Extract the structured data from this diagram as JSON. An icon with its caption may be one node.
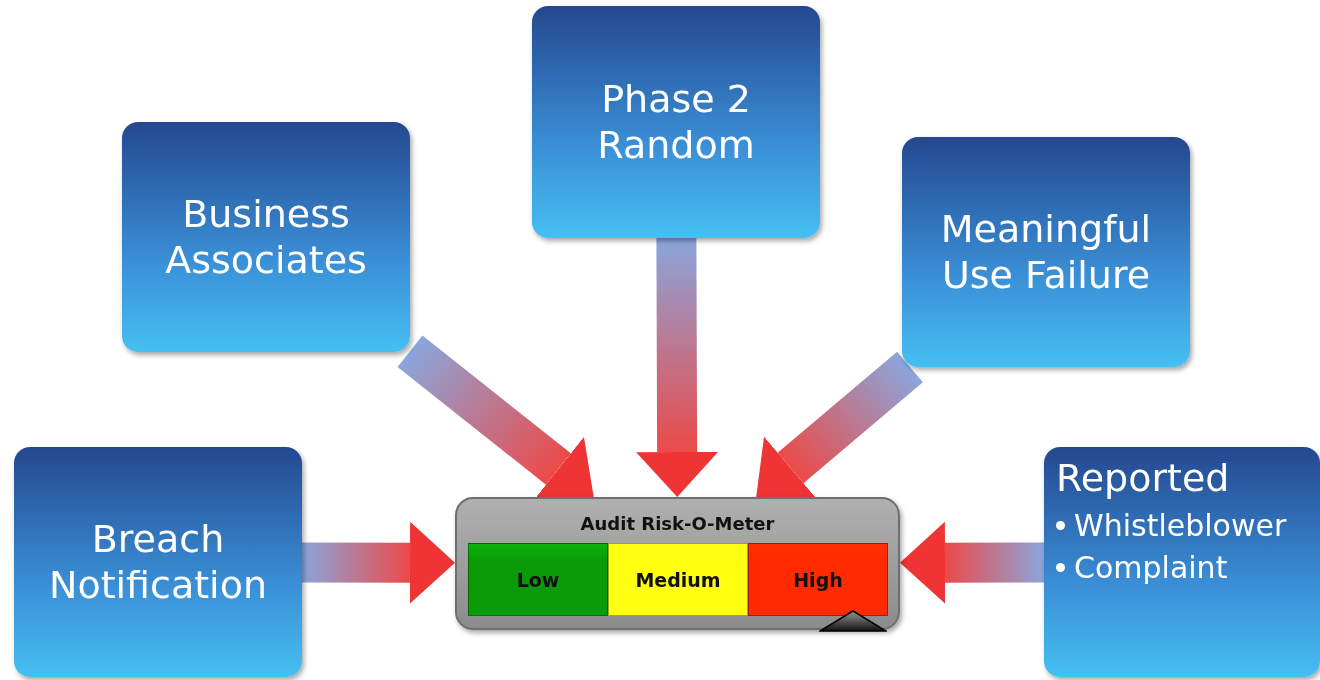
{
  "diagram": {
    "nodes": [
      {
        "text": [
          "Business Associates"
        ]
      },
      {
        "text": [
          "Phase 2 Random"
        ]
      },
      {
        "text": [
          "Meaningful Use Failure"
        ]
      },
      {
        "text": [
          "Breach Notification"
        ]
      },
      {
        "text": [
          "Audit Risk-O-Meter"
        ]
      },
      {
        "text": [
          "Low"
        ],
        "in": 4
      },
      {
        "text": [
          "Medium"
        ],
        "in": 4
      },
      {
        "text": [
          "High"
        ],
        "in": 4
      },
      {
        "text": [
          "Reported",
          "Whistleblower",
          "Complaint"
        ]
      }
    ],
    "edges": [
      {
        "from": 0,
        "to": 4,
        "arrow": "to",
        "style": "thick"
      },
      {
        "from": 1,
        "to": 4,
        "arrow": "to",
        "style": "thick"
      },
      {
        "from": 2,
        "to": 4,
        "arrow": "to",
        "style": "thick"
      },
      {
        "from": 3,
        "to": 4,
        "arrow": "to",
        "style": "thick"
      },
      {
        "from": 8,
        "to": 4,
        "arrow": "to",
        "style": "thick"
      }
    ]
  }
}
